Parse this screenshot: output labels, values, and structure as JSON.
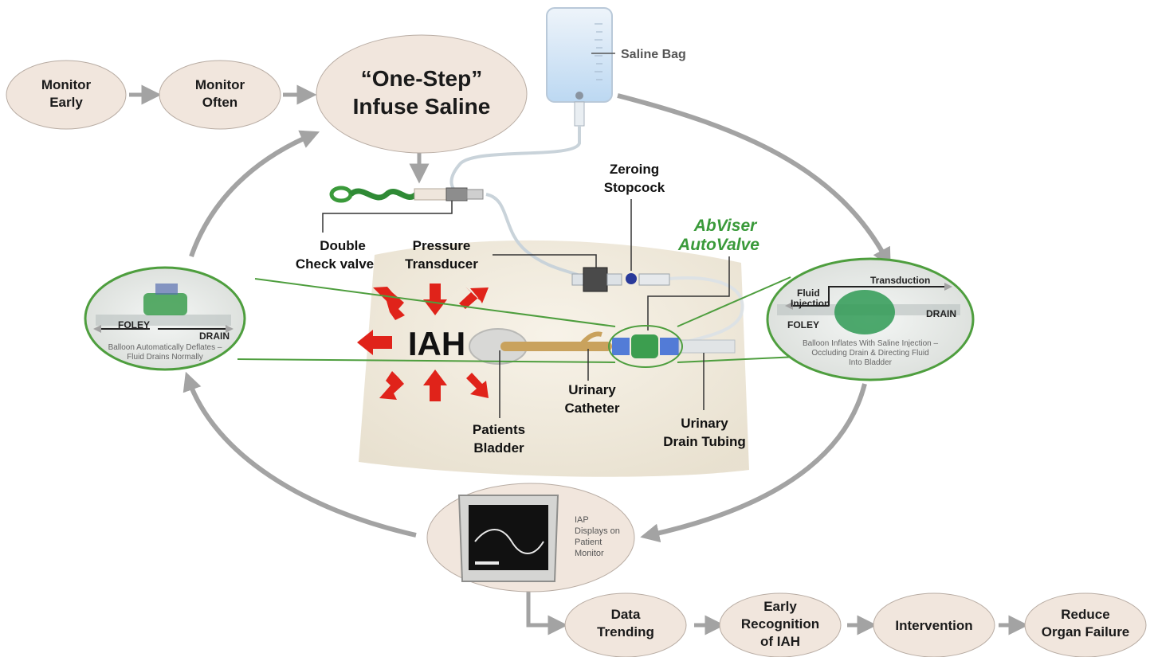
{
  "flow": {
    "monitor_early": [
      "Monitor",
      "Early"
    ],
    "monitor_often": [
      "Monitor",
      "Often"
    ],
    "one_step": [
      "“One-Step”",
      "Infuse Saline"
    ],
    "data_trending": [
      "Data",
      "Trending"
    ],
    "early_recognition": [
      "Early",
      "Recognition",
      "of IAH"
    ],
    "intervention": "Intervention",
    "reduce_organ_failure": [
      "Reduce",
      "Organ Failure"
    ]
  },
  "parts": {
    "saline_bag": "Saline Bag",
    "zeroing_stopcock": [
      "Zeroing",
      "Stopcock"
    ],
    "double_check_valve": [
      "Double",
      "Check valve"
    ],
    "pressure_transducer": [
      "Pressure",
      "Transducer"
    ],
    "urinary_catheter": [
      "Urinary",
      "Catheter"
    ],
    "patients_bladder": [
      "Patients",
      "Bladder"
    ],
    "urinary_drain_tubing": [
      "Urinary",
      "Drain Tubing"
    ],
    "iah": "IAH"
  },
  "brand": {
    "line1": "AbViser",
    "line2": "AutoValve",
    "color": "#3a9a3a"
  },
  "left_inset": {
    "foley": "FOLEY",
    "drain": "DRAIN",
    "caption": [
      "Balloon Automatically Deflates –",
      "Fluid Drains Normally"
    ]
  },
  "right_inset": {
    "transduction": "Transduction",
    "fluid_injection": [
      "Fluid",
      "Injection"
    ],
    "foley": "FOLEY",
    "drain": "DRAIN",
    "caption": [
      "Balloon Inflates With Saline Injection –",
      "Occluding Drain & Directing Fluid",
      "Into Bladder"
    ]
  },
  "monitor": {
    "caption": [
      "IAP",
      "Displays on",
      "Patient",
      "Monitor"
    ]
  },
  "colors": {
    "node_fill": "#f1e6dd",
    "arrow": "#a3a3a3",
    "inset_border": "#4e9e3e",
    "iah_arrows": "#e0231a"
  }
}
